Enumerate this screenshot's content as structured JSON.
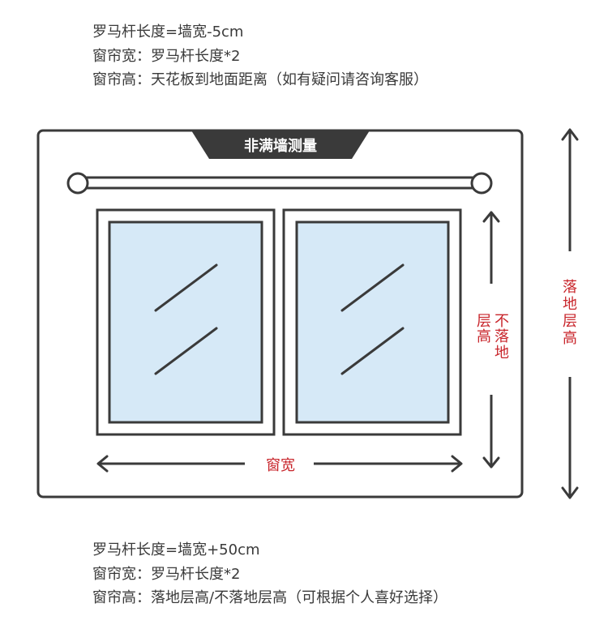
{
  "top_notes": {
    "line1": "罗马杆长度=墙宽-5cm",
    "line2": "窗帘宽：罗马杆长度*2",
    "line3": "窗帘高：天花板到地面距离（如有疑问请咨询客服）"
  },
  "diagram": {
    "tab_title": "非满墙测量",
    "window_width_label": "窗宽",
    "not_floor_label_col1": [
      "层",
      "高"
    ],
    "not_floor_label_col2": [
      "不",
      "落",
      "地"
    ],
    "floor_label": [
      "落",
      "地",
      "层",
      "高"
    ]
  },
  "bottom_notes": {
    "line1": "罗马杆长度=墙宽+50cm",
    "line2": "窗帘宽：罗马杆长度*2",
    "line3": "窗帘高：落地层高/不落地层高（可根据个人喜好选择）"
  },
  "colors": {
    "frame": "#3a3a3a",
    "glass": "#d6e9f7",
    "label_red": "#c8252b",
    "tab_bg": "#3a3a3a"
  }
}
